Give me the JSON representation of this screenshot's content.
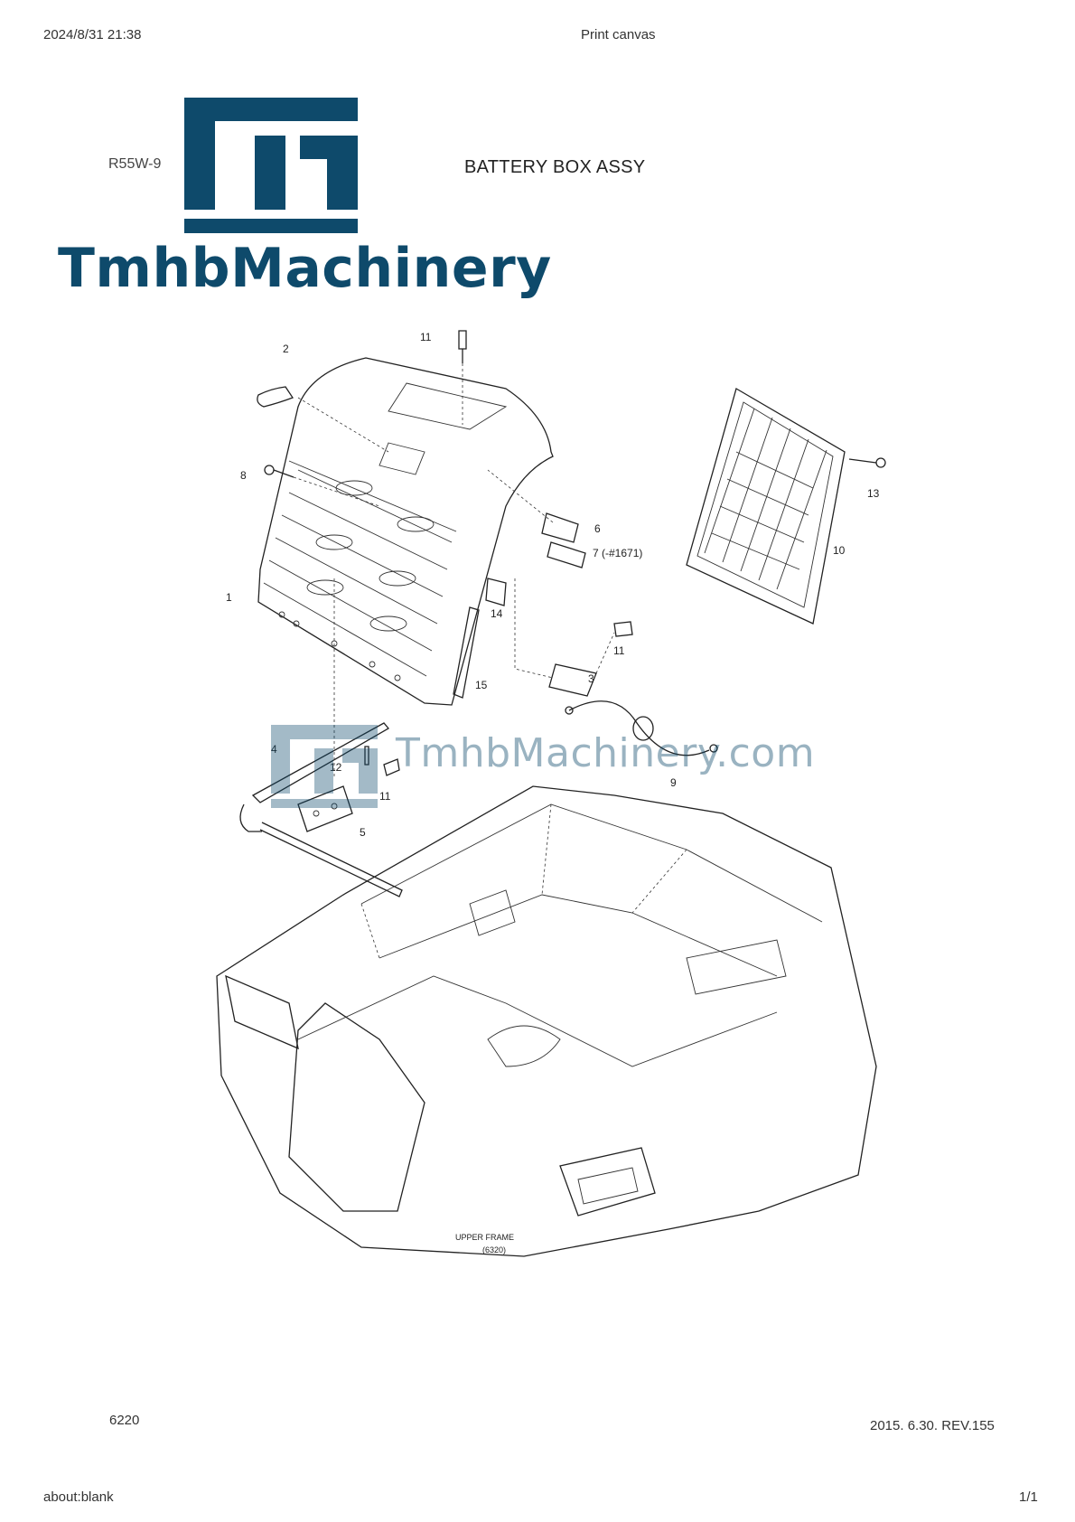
{
  "print_header": {
    "datetime": "2024/8/31 21:38",
    "title": "Print canvas"
  },
  "doc": {
    "model": "R55W-9",
    "title": "BATTERY BOX ASSY",
    "page_number": "6220",
    "revision": "2015. 6.30. REV.155"
  },
  "logo": {
    "brand": "TmhbMachinery",
    "color": "#0e4a6b"
  },
  "watermark": {
    "text": "TmhbMachinery.com"
  },
  "diagram": {
    "part_labels": [
      "1",
      "2",
      "3",
      "4",
      "5",
      "6",
      "7 (-#1671)",
      "8",
      "9",
      "10",
      "11",
      "11",
      "11",
      "12",
      "13",
      "14",
      "15"
    ],
    "frame_label": "UPPER FRAME",
    "frame_code": "(6320)"
  },
  "print_footer": {
    "url": "about:blank",
    "pages": "1/1"
  }
}
